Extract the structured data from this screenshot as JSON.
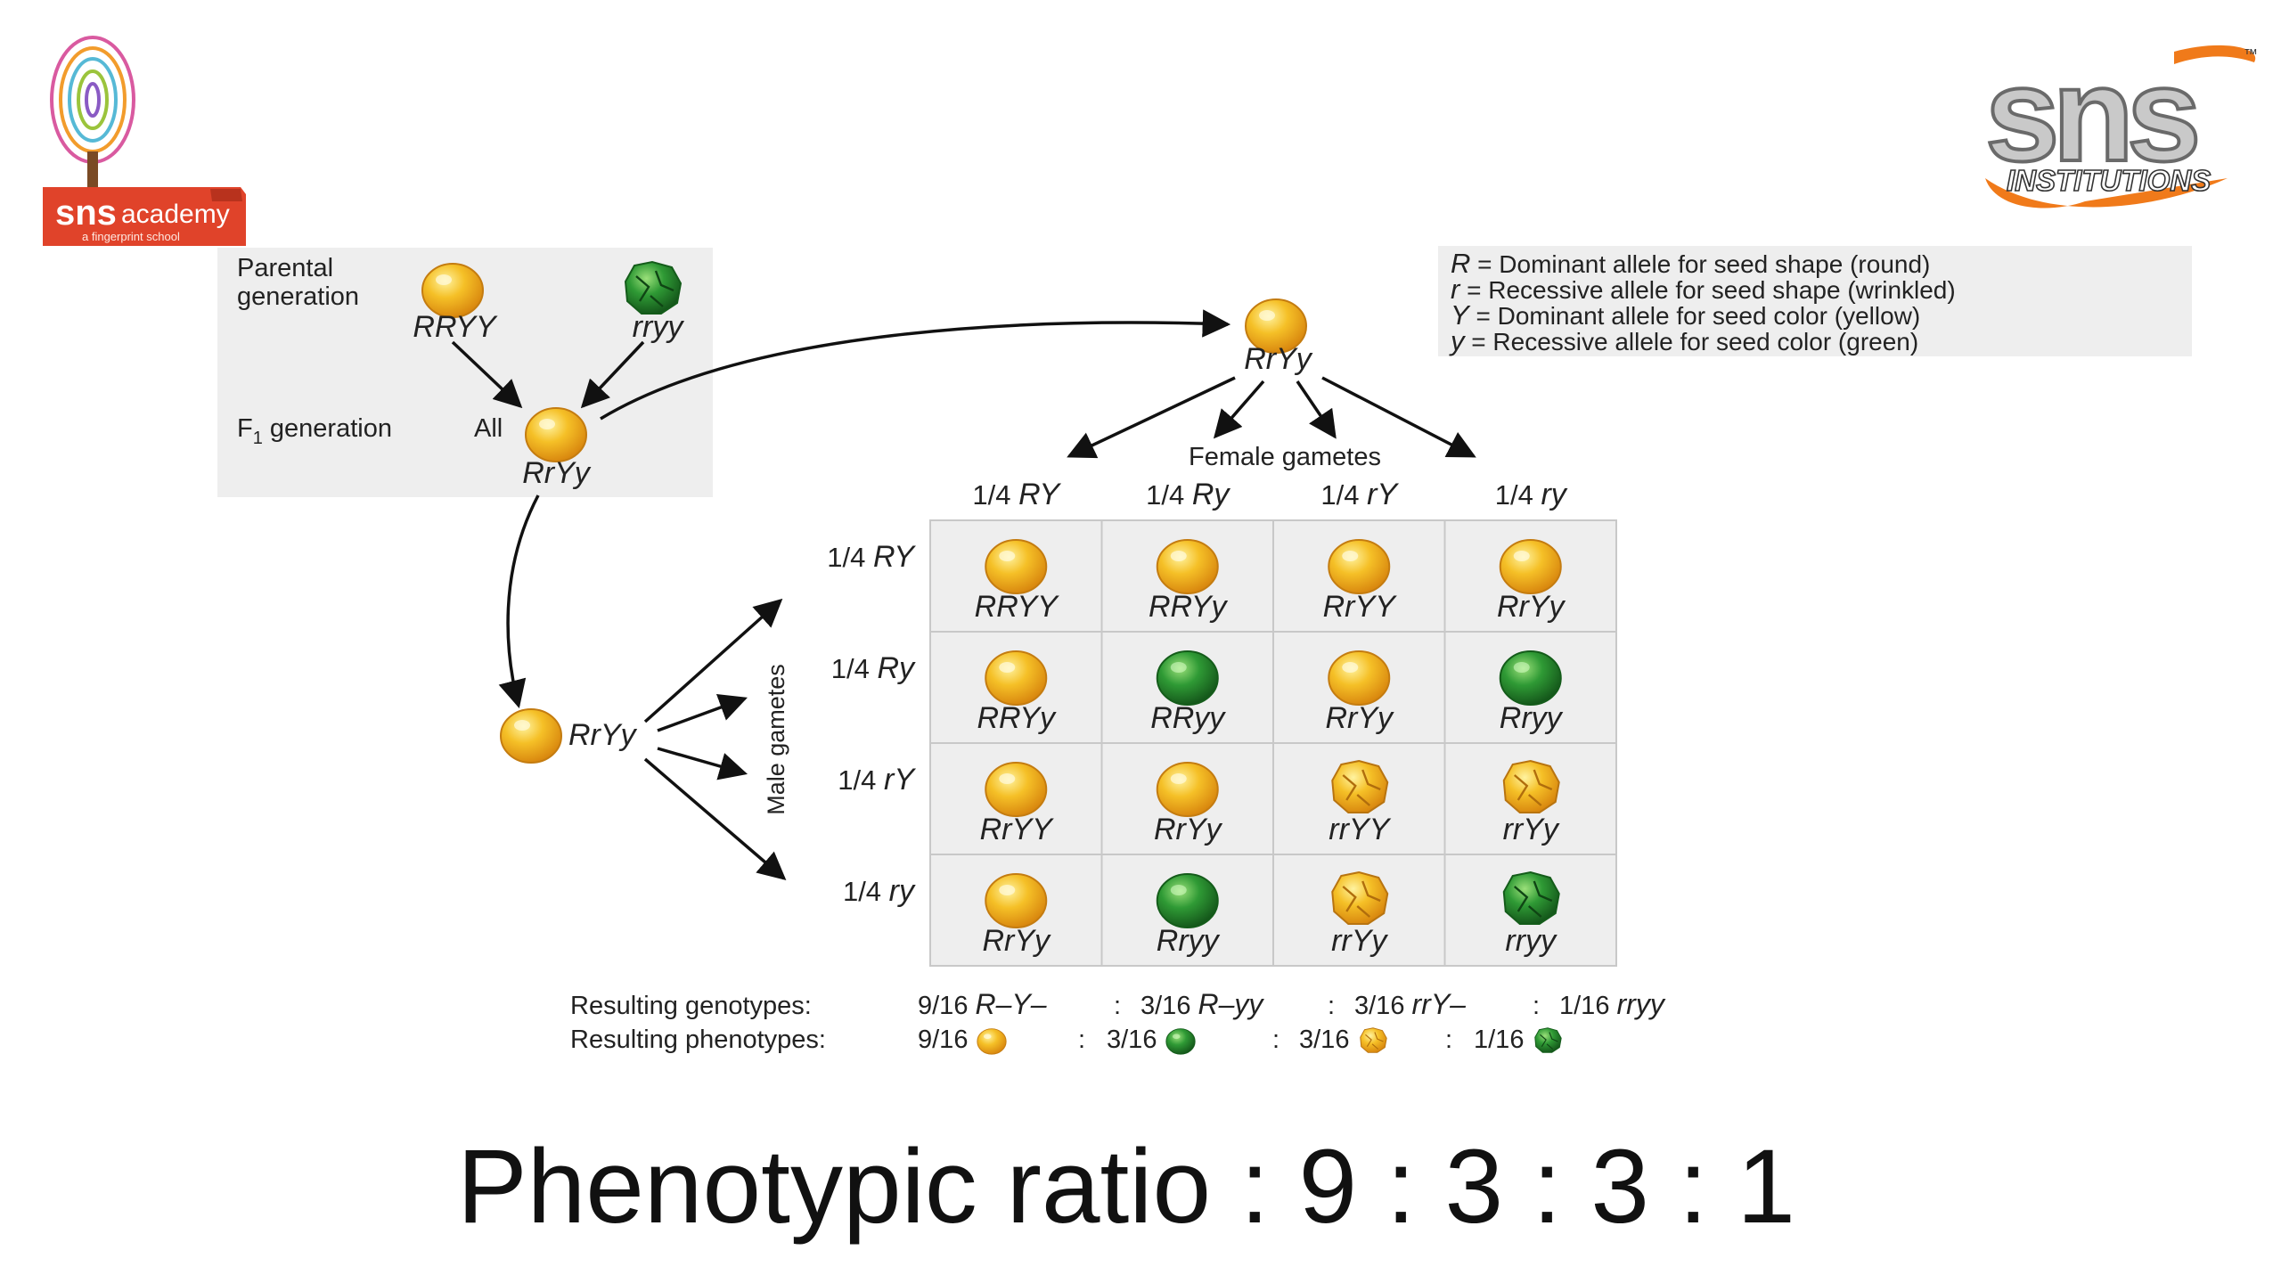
{
  "logos": {
    "academy": {
      "brand": "sns",
      "name": "academy",
      "tagline": "a fingerprint school"
    },
    "institutions": {
      "brand": "sns",
      "name": "INSTITUTIONS"
    }
  },
  "parental": {
    "label_line1": "Parental",
    "label_line2": "generation",
    "left_genotype": "RRYY",
    "right_genotype": "rryy"
  },
  "f1": {
    "label": "F",
    "label_sub": "1",
    "label_rest": " generation",
    "all": "All",
    "genotype": "RrYy"
  },
  "female_parent_genotype": "RrYy",
  "male_parent_genotype": "RrYy",
  "legend": [
    {
      "symbol": "R",
      "text": " = Dominant allele for seed shape (round)"
    },
    {
      "symbol": "r",
      "text": " = Recessive allele for seed shape (wrinkled)"
    },
    {
      "symbol": "Y",
      "text": " = Dominant allele for seed color (yellow)"
    },
    {
      "symbol": "y",
      "text": " = Recessive allele for seed color (green)"
    }
  ],
  "female_gametes_label": "Female gametes",
  "male_gametes_label": "Male gametes",
  "female_gametes": [
    {
      "fraction": "1/4",
      "allele": "RY"
    },
    {
      "fraction": "1/4",
      "allele": "Ry"
    },
    {
      "fraction": "1/4",
      "allele": "rY"
    },
    {
      "fraction": "1/4",
      "allele": "ry"
    }
  ],
  "male_gametes": [
    {
      "fraction": "1/4",
      "allele": "RY"
    },
    {
      "fraction": "1/4",
      "allele": "Ry"
    },
    {
      "fraction": "1/4",
      "allele": "rY"
    },
    {
      "fraction": "1/4",
      "allele": "ry"
    }
  ],
  "punnett": [
    [
      {
        "genotype": "RRYY",
        "phenotype": "round-yellow"
      },
      {
        "genotype": "RRYy",
        "phenotype": "round-yellow"
      },
      {
        "genotype": "RrYY",
        "phenotype": "round-yellow"
      },
      {
        "genotype": "RrYy",
        "phenotype": "round-yellow"
      }
    ],
    [
      {
        "genotype": "RRYy",
        "phenotype": "round-yellow"
      },
      {
        "genotype": "RRyy",
        "phenotype": "round-green"
      },
      {
        "genotype": "RrYy",
        "phenotype": "round-yellow"
      },
      {
        "genotype": "Rryy",
        "phenotype": "round-green"
      }
    ],
    [
      {
        "genotype": "RrYY",
        "phenotype": "round-yellow"
      },
      {
        "genotype": "RrYy",
        "phenotype": "round-yellow"
      },
      {
        "genotype": "rrYY",
        "phenotype": "wrinkled-yellow"
      },
      {
        "genotype": "rrYy",
        "phenotype": "wrinkled-yellow"
      }
    ],
    [
      {
        "genotype": "RrYy",
        "phenotype": "round-yellow"
      },
      {
        "genotype": "Rryy",
        "phenotype": "round-green"
      },
      {
        "genotype": "rrYy",
        "phenotype": "wrinkled-yellow"
      },
      {
        "genotype": "rryy",
        "phenotype": "wrinkled-green"
      }
    ]
  ],
  "resulting_genotypes": {
    "label": "Resulting genotypes:",
    "items": [
      {
        "fraction": "9/16",
        "genotype": "R–Y–"
      },
      {
        "fraction": "3/16",
        "genotype": "R–yy"
      },
      {
        "fraction": "3/16",
        "genotype": "rrY–"
      },
      {
        "fraction": "1/16",
        "genotype": "rryy"
      }
    ]
  },
  "resulting_phenotypes": {
    "label": "Resulting phenotypes:",
    "items": [
      {
        "fraction": "9/16",
        "phenotype": "round-yellow"
      },
      {
        "fraction": "3/16",
        "phenotype": "round-green"
      },
      {
        "fraction": "3/16",
        "phenotype": "wrinkled-yellow"
      },
      {
        "fraction": "1/16",
        "phenotype": "wrinkled-green"
      }
    ]
  },
  "separator": ":",
  "ratio_text": "Phenotypic ratio : 9 : 3 : 3 : 1",
  "colors": {
    "yellow_seed": "#f2b820",
    "green_seed": "#2e8b2e",
    "panel_bg": "#eeeeee",
    "grid_line": "#c8c8c8",
    "logo_orange": "#f07a1a",
    "logo_red": "#e0432a"
  }
}
